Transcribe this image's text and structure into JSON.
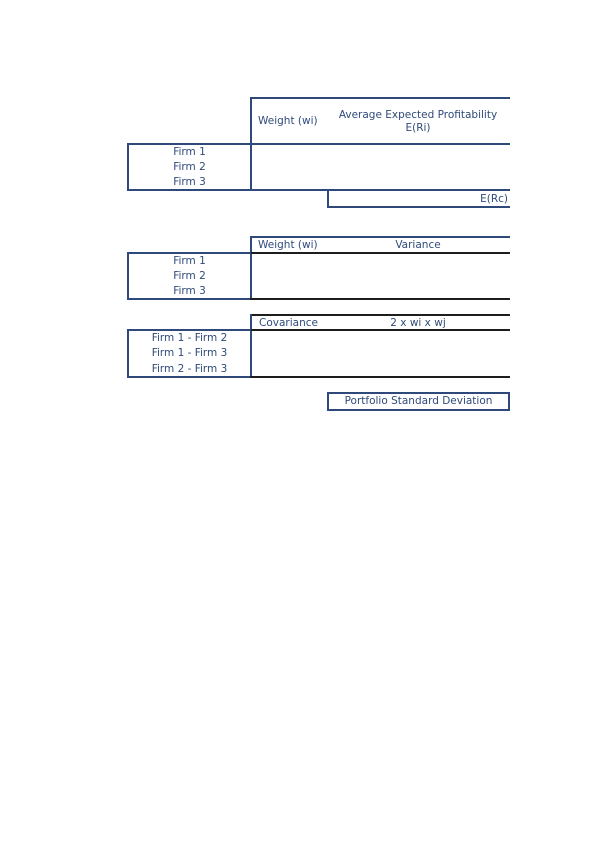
{
  "table1": {
    "col_weight": "Weight (wi)",
    "col_profit_line1": "Average Expected Profitability",
    "col_profit_line2": "E(Ri)",
    "rows": [
      "Firm 1",
      "Firm 2",
      "Firm 3"
    ],
    "result_label": "E(Rc)"
  },
  "table2": {
    "col_weight": "Weight (wi)",
    "col_variance": "Variance",
    "rows": [
      "Firm 1",
      "Firm 2",
      "Firm 3"
    ]
  },
  "table3": {
    "col_covariance": "Covariance",
    "col_factor": "2 x wi x wj",
    "rows": [
      "Firm 1 - Firm 2",
      "Firm 1 - Firm 3",
      "Firm 2 - Firm 3"
    ]
  },
  "result": {
    "label": "Portfolio Standard Deviation"
  }
}
